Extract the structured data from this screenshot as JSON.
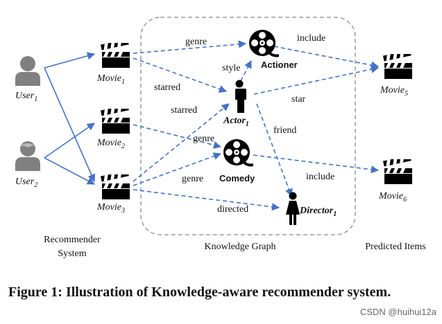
{
  "nodes": {
    "user1": {
      "base": "User",
      "sub": "1"
    },
    "user2": {
      "base": "User",
      "sub": "2"
    },
    "movie1": {
      "base": "Movie",
      "sub": "1"
    },
    "movie2": {
      "base": "Movie",
      "sub": "2"
    },
    "movie3": {
      "base": "Movie",
      "sub": "3"
    },
    "movie5": {
      "base": "Movie",
      "sub": "5"
    },
    "movie6": {
      "base": "Movie",
      "sub": "6"
    },
    "actor1": {
      "base": "Actor",
      "sub": "1"
    },
    "director1": {
      "base": "Director",
      "sub": "1"
    },
    "actioner": "Actioner",
    "comedy": "Comedy"
  },
  "edges": {
    "genre_top": "genre",
    "include_top": "include",
    "style": "style",
    "starred_1": "starred",
    "starred_2": "starred",
    "star": "star",
    "friend": "friend",
    "genre_mid": "genre",
    "genre_low": "genre",
    "include_low": "include",
    "directed": "directed"
  },
  "sections": {
    "recommender_line1": "Recommender",
    "recommender_line2": "System",
    "knowledge_graph": "Knowledge Graph",
    "predicted_items": "Predicted Items"
  },
  "caption": "Figure 1: Illustration of Knowledge-aware recommender system.",
  "watermark": "CSDN @huihui12a",
  "colors": {
    "edge": "#4472C4",
    "icon": "#000000",
    "user_icon": "#808080",
    "kg_border": "#999999"
  }
}
